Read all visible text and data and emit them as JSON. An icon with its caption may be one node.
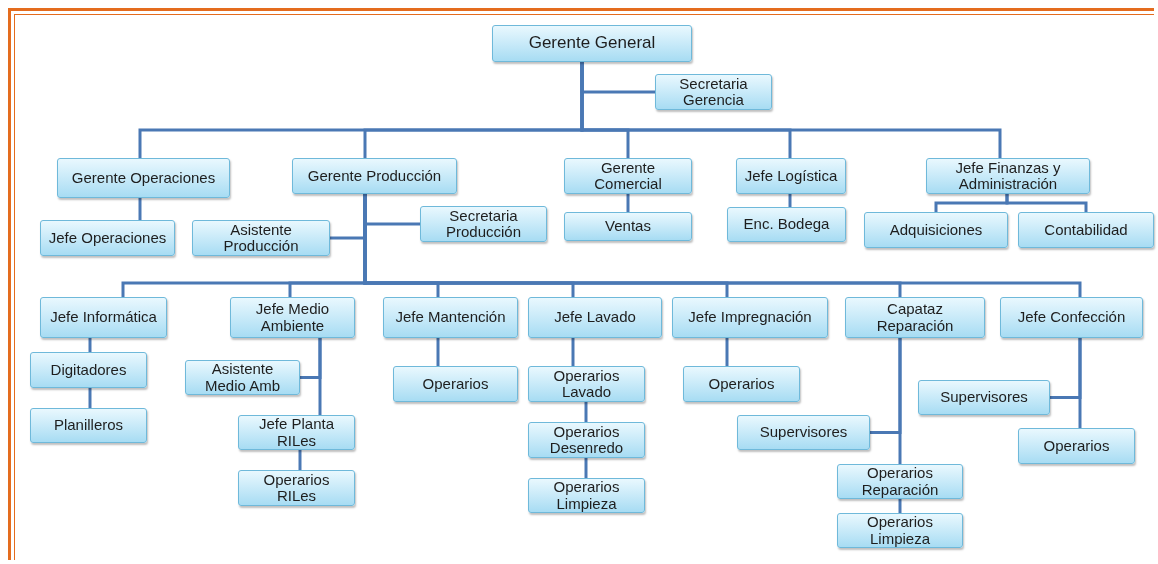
{
  "diagram": {
    "nodes": [
      {
        "text": [
          "Gerente General"
        ]
      },
      {
        "text": [
          "Secretaria Gerencia"
        ]
      },
      {
        "text": [
          "Gerente Operaciones"
        ]
      },
      {
        "text": [
          "Jefe Operaciones"
        ]
      },
      {
        "text": [
          "Gerente Producción"
        ]
      },
      {
        "text": [
          "Asistente Producción"
        ]
      },
      {
        "text": [
          "Secretaria Producción"
        ]
      },
      {
        "text": [
          "Gerente Comercial"
        ]
      },
      {
        "text": [
          "Ventas"
        ]
      },
      {
        "text": [
          "Jefe Logística"
        ]
      },
      {
        "text": [
          "Enc. Bodega"
        ]
      },
      {
        "text": [
          "Jefe Finanzas y Administración"
        ]
      },
      {
        "text": [
          "Adquisiciones"
        ]
      },
      {
        "text": [
          "Contabilidad"
        ]
      },
      {
        "text": [
          "Jefe Informática"
        ]
      },
      {
        "text": [
          "Digitadores"
        ]
      },
      {
        "text": [
          "Planilleros"
        ]
      },
      {
        "text": [
          "Jefe Medio Ambiente"
        ]
      },
      {
        "text": [
          "Asistente Medio Amb"
        ]
      },
      {
        "text": [
          "Jefe Planta RILes"
        ]
      },
      {
        "text": [
          "Operarios RILes"
        ]
      },
      {
        "text": [
          "Jefe Mantención"
        ]
      },
      {
        "text": [
          "Operarios"
        ]
      },
      {
        "text": [
          "Jefe Lavado"
        ]
      },
      {
        "text": [
          "Operarios Lavado"
        ]
      },
      {
        "text": [
          "Operarios Desenredo"
        ]
      },
      {
        "text": [
          "Operarios Limpieza"
        ]
      },
      {
        "text": [
          "Jefe Impregnación"
        ]
      },
      {
        "text": [
          "Operarios"
        ]
      },
      {
        "text": [
          "Capataz Reparación"
        ]
      },
      {
        "text": [
          "Supervisores"
        ]
      },
      {
        "text": [
          "Operarios Reparación"
        ]
      },
      {
        "text": [
          "Operarios Limpieza"
        ]
      },
      {
        "text": [
          "Jefe Confección"
        ]
      },
      {
        "text": [
          "Supervisores"
        ]
      },
      {
        "text": [
          "Operarios"
        ]
      }
    ],
    "edges": [
      {
        "from": 0,
        "to": 1,
        "arrow": "none"
      },
      {
        "from": 0,
        "to": 2,
        "arrow": "none"
      },
      {
        "from": 0,
        "to": 4,
        "arrow": "none"
      },
      {
        "from": 0,
        "to": 7,
        "arrow": "none"
      },
      {
        "from": 0,
        "to": 9,
        "arrow": "none"
      },
      {
        "from": 0,
        "to": 11,
        "arrow": "none"
      },
      {
        "from": 2,
        "to": 3,
        "arrow": "none"
      },
      {
        "from": 4,
        "to": 5,
        "arrow": "none"
      },
      {
        "from": 4,
        "to": 6,
        "arrow": "none"
      },
      {
        "from": 7,
        "to": 8,
        "arrow": "none"
      },
      {
        "from": 9,
        "to": 10,
        "arrow": "none"
      },
      {
        "from": 11,
        "to": 12,
        "arrow": "none"
      },
      {
        "from": 11,
        "to": 13,
        "arrow": "none"
      },
      {
        "from": 4,
        "to": 14,
        "arrow": "none"
      },
      {
        "from": 4,
        "to": 17,
        "arrow": "none"
      },
      {
        "from": 4,
        "to": 21,
        "arrow": "none"
      },
      {
        "from": 4,
        "to": 23,
        "arrow": "none"
      },
      {
        "from": 4,
        "to": 27,
        "arrow": "none"
      },
      {
        "from": 4,
        "to": 29,
        "arrow": "none"
      },
      {
        "from": 4,
        "to": 33,
        "arrow": "none"
      },
      {
        "from": 14,
        "to": 15,
        "arrow": "none"
      },
      {
        "from": 15,
        "to": 16,
        "arrow": "none"
      },
      {
        "from": 17,
        "to": 18,
        "arrow": "none"
      },
      {
        "from": 17,
        "to": 19,
        "arrow": "none"
      },
      {
        "from": 19,
        "to": 20,
        "arrow": "none"
      },
      {
        "from": 21,
        "to": 22,
        "arrow": "none"
      },
      {
        "from": 23,
        "to": 24,
        "arrow": "none"
      },
      {
        "from": 24,
        "to": 25,
        "arrow": "none"
      },
      {
        "from": 25,
        "to": 26,
        "arrow": "none"
      },
      {
        "from": 27,
        "to": 28,
        "arrow": "none"
      },
      {
        "from": 29,
        "to": 30,
        "arrow": "none"
      },
      {
        "from": 29,
        "to": 31,
        "arrow": "none"
      },
      {
        "from": 31,
        "to": 32,
        "arrow": "none"
      },
      {
        "from": 33,
        "to": 34,
        "arrow": "none"
      },
      {
        "from": 33,
        "to": 35,
        "arrow": "none"
      }
    ]
  }
}
